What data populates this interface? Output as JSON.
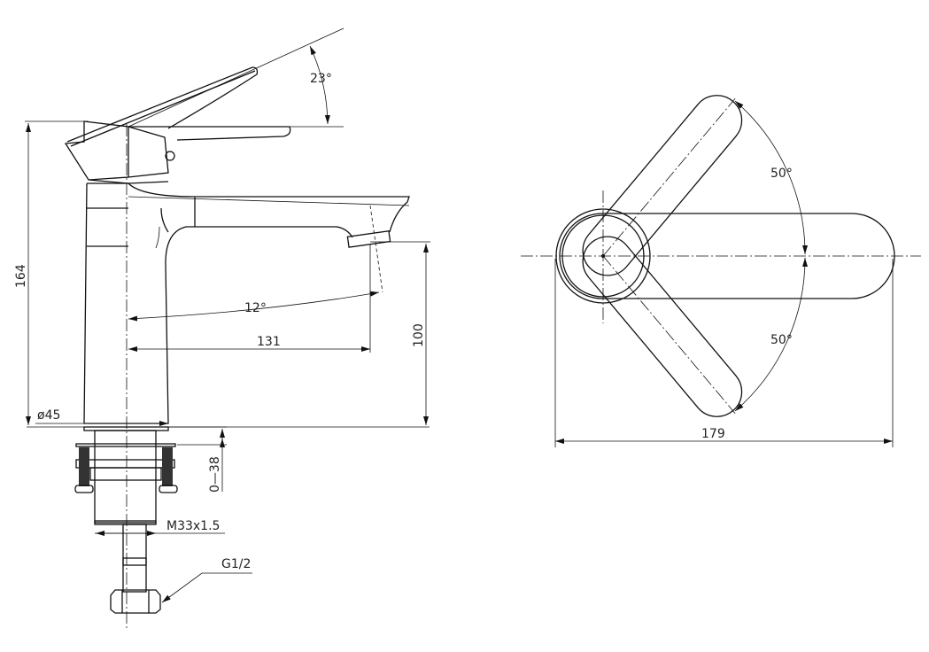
{
  "side_view": {
    "handle_angle": "23°",
    "total_height": "164",
    "spout_angle": "12°",
    "spout_reach": "131",
    "spout_height": "100",
    "base_diameter": "ø45",
    "deck_thickness": "0—38",
    "thread": "M33x1.5",
    "inlet": "G1/2"
  },
  "top_view": {
    "rotation_upper": "50°",
    "rotation_lower": "50°",
    "overall_length": "179"
  }
}
